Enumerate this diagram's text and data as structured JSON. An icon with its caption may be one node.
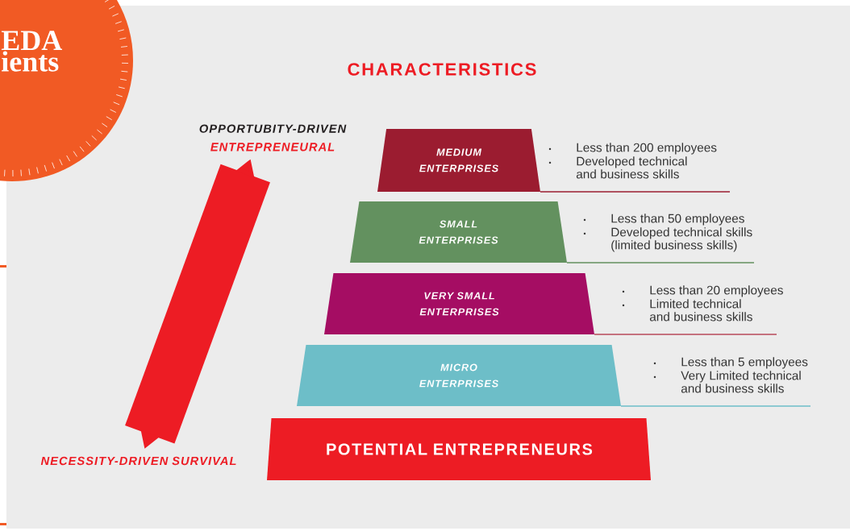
{
  "diagram": {
    "title": "CHARACTERISTICS",
    "nodes": [
      {
        "text": [
          "EDA ients"
        ]
      },
      {
        "text": [
          "MEDIUM ENTERPRISES"
        ],
        "beside": [
          "Less than 200 employees",
          "Developed technical and business skills"
        ]
      },
      {
        "text": [
          "SMALL ENTERPRISES"
        ],
        "beside": [
          "Less than 50 employees",
          "Developed technical skills (limited business skills)"
        ]
      },
      {
        "text": [
          "VERY SMALL ENTERPRISES"
        ],
        "beside": [
          "Less than 20 employees",
          "Limited technical and business skills"
        ]
      },
      {
        "text": [
          "MICRO ENTERPRISES"
        ],
        "beside": [
          "Less than 5 employees",
          "Very Limited technical and business skills"
        ]
      },
      {
        "text": [
          "POTENTIAL ENTREPRENEURS"
        ]
      },
      {
        "text": [
          "OPPORTUBITY-DRIVEN",
          "ENTREPRENEURAL"
        ]
      },
      {
        "text": [
          "NECESSITY-DRIVEN SURVIVAL"
        ]
      }
    ],
    "edges": [
      {
        "from": 7,
        "to": 6,
        "arrow": "both"
      }
    ]
  }
}
